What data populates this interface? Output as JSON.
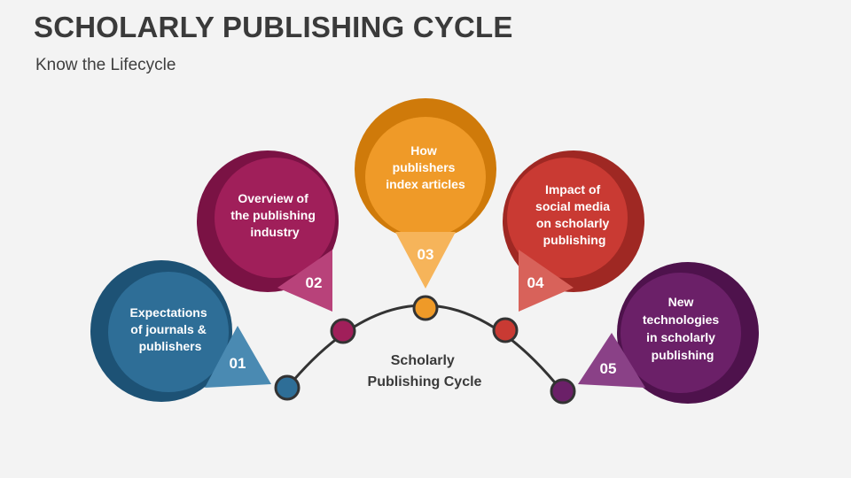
{
  "header": {
    "title": "SCHOLARLY PUBLISHING CYCLE",
    "subtitle": "Know the Lifecycle"
  },
  "center": {
    "line1": "Scholarly",
    "line2": "Publishing Cycle"
  },
  "steps": [
    {
      "number": "01",
      "lines": [
        "Expectations",
        "of journals &",
        "publishers"
      ],
      "color": "#2e6e97",
      "dark": "#1d5275"
    },
    {
      "number": "02",
      "lines": [
        "Overview of",
        "the publishing",
        "industry"
      ],
      "color": "#a01f5a",
      "dark": "#7a1244"
    },
    {
      "number": "03",
      "lines": [
        "How",
        "publishers",
        "index articles"
      ],
      "color": "#ef9a28",
      "dark": "#cf7a0a"
    },
    {
      "number": "04",
      "lines": [
        "Impact of",
        "social media",
        "on scholarly",
        "publishing"
      ],
      "color": "#c93a33",
      "dark": "#9f2823"
    },
    {
      "number": "05",
      "lines": [
        "New",
        "technologies",
        "in scholarly",
        "publishing"
      ],
      "color": "#6b2068",
      "dark": "#4e124c"
    }
  ]
}
